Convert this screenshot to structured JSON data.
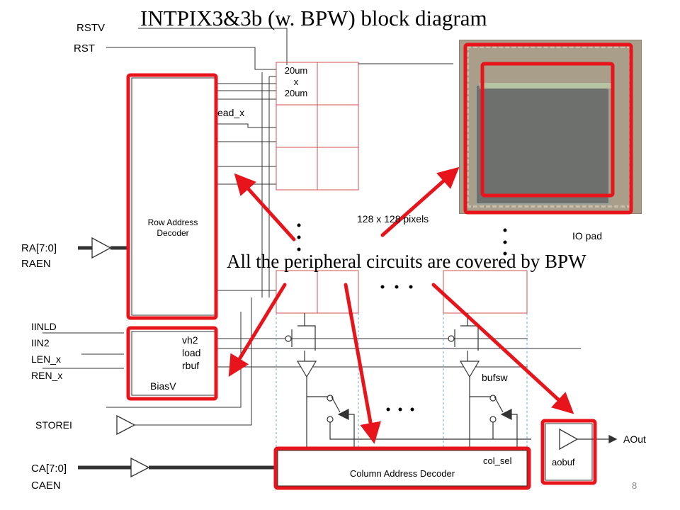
{
  "title": "INTPIX3&3b (w. BPW) block diagram",
  "caption": "All the peripheral circuits are covered by BPW",
  "page_number": "8",
  "signals": {
    "rstv": "RSTV",
    "rst": "RST",
    "ra": "RA[7:0]",
    "raen": "RAEN",
    "iinld": "IINLD",
    "iin2": "IIN2",
    "len": "LEN_x",
    "ren": "REN_x",
    "storei": "STOREI",
    "ca": "CA[7:0]",
    "caen": "CAEN",
    "aout": "AOut"
  },
  "blocks": {
    "row_decoder_line1": "Row Address",
    "row_decoder_line2": "Decoder",
    "biasv": "BiasV",
    "vh2": "vh2",
    "load": "load",
    "rbuf": "rbuf",
    "column_decoder": "Column Address Decoder",
    "col_sel": "col_sel",
    "aobuf": "aobuf",
    "bufsw": "bufsw",
    "read_x": "ead_x"
  },
  "pixel": {
    "size_line1": "20um",
    "size_line2": "x",
    "size_line3": "20um",
    "array_label": "128 x 128 pixels"
  },
  "photo": {
    "io_pad_label": "IO pad"
  },
  "colors": {
    "highlight": "#e8141c",
    "grid": "#d05050",
    "wire": "#333333",
    "dashed": "#7aa0d8"
  }
}
